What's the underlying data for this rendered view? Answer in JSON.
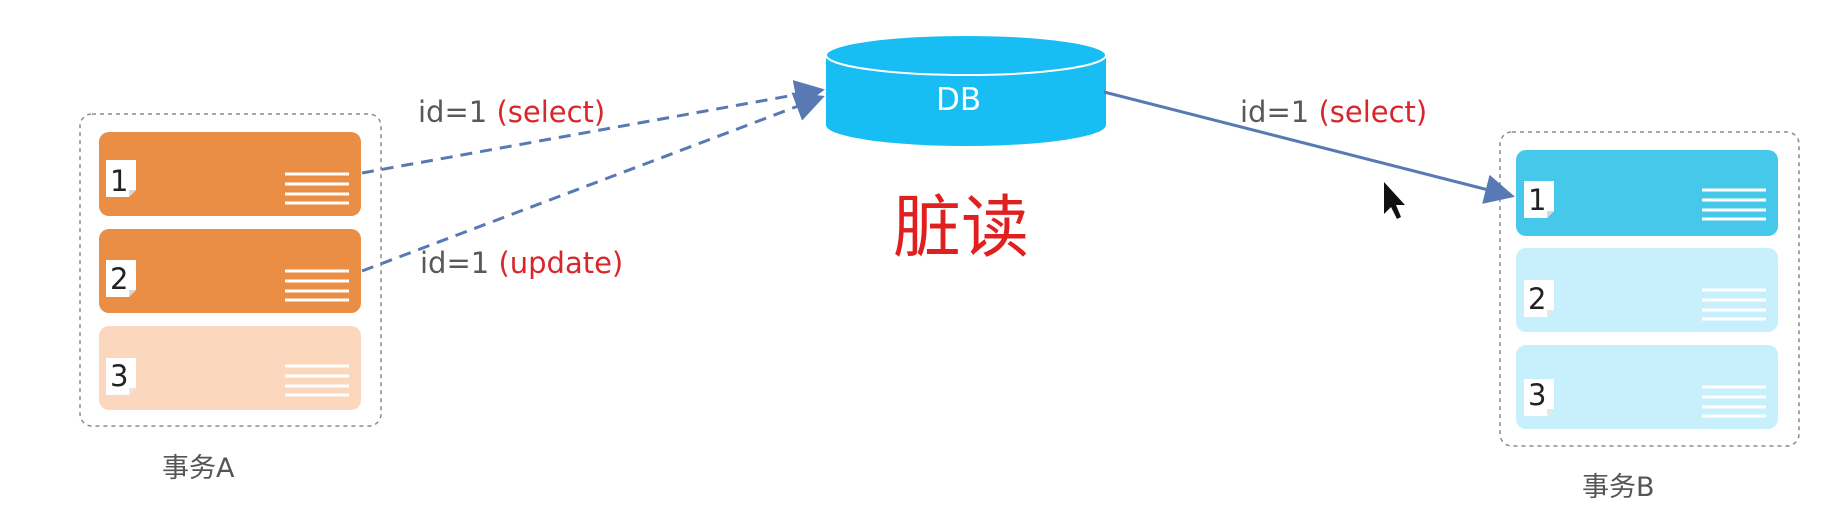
{
  "title": "脏读",
  "db": {
    "label": "DB"
  },
  "transaction_a": {
    "caption": "事务A",
    "rows": [
      "1",
      "2",
      "3"
    ]
  },
  "transaction_b": {
    "caption": "事务B",
    "rows": [
      "1",
      "2",
      "3"
    ]
  },
  "arrows": [
    {
      "id": "id=1",
      "op": "(select)"
    },
    {
      "id": "id=1",
      "op": "(update)"
    },
    {
      "id": "id=1",
      "op": "(select)"
    }
  ],
  "colors": {
    "orange": "#ea8e46",
    "orange_light": "#fbd7bd",
    "blue": "#45c8ea",
    "blue_light": "#c7f0fc",
    "db": "#17bdf3",
    "arrow": "#5879b3",
    "red": "#d9262b"
  }
}
